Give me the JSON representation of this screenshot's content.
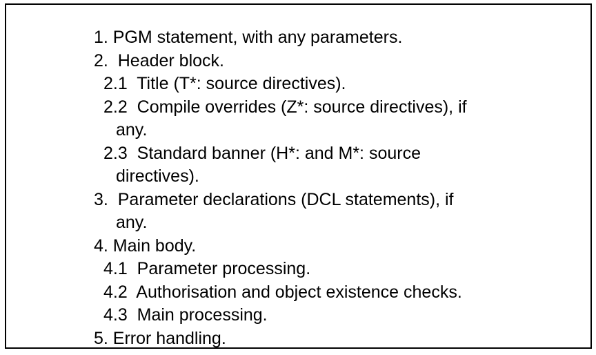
{
  "page": {
    "background_color": "#ffffff",
    "border_color": "#000000",
    "text_color": "#000000"
  },
  "document": {
    "type": "numbered-outline-list",
    "lines": [
      {
        "level": 1,
        "text": "1. PGM statement, with any parameters."
      },
      {
        "level": 1,
        "text": "2.  Header block."
      },
      {
        "level": 2,
        "text": "2.1  Title (T*: source directives)."
      },
      {
        "level": 2,
        "text": "2.2  Compile overrides (Z*: source directives), if"
      },
      {
        "level": 3,
        "text": "any."
      },
      {
        "level": 2,
        "text": "2.3  Standard banner (H*: and M*: source"
      },
      {
        "level": 3,
        "text": "directives)."
      },
      {
        "level": 1,
        "text": "3.  Parameter declarations (DCL statements), if"
      },
      {
        "level": 3,
        "text": "any."
      },
      {
        "level": 1,
        "text": "4. Main body."
      },
      {
        "level": 2,
        "text": "4.1  Parameter processing."
      },
      {
        "level": 2,
        "text": "4.2  Authorisation and object existence checks."
      },
      {
        "level": 2,
        "text": "4.3  Main processing."
      },
      {
        "level": 1,
        "text": "5. Error handling."
      }
    ]
  }
}
